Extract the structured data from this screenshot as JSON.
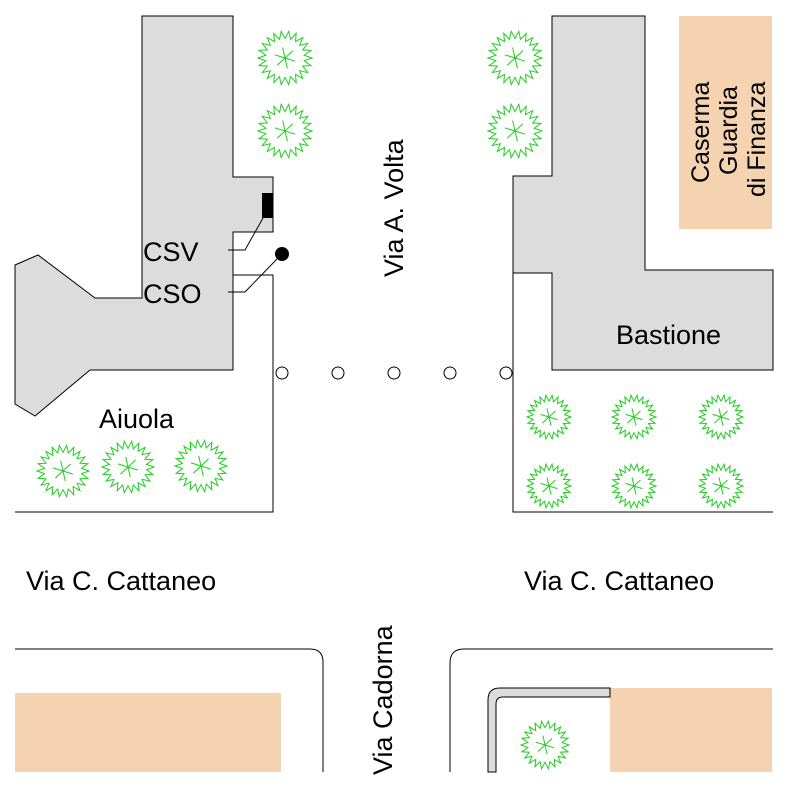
{
  "streets": {
    "via_a_volta": "Via A. Volta",
    "via_cattaneo_left": "Via C. Cattaneo",
    "via_cattaneo_right": "Via C. Cattaneo",
    "via_cadorna": "Via Cadorna"
  },
  "areas": {
    "aiuola": "Aiuola",
    "bastione": "Bastione",
    "caserma_line1": "Caserma",
    "caserma_line2": "Guardia",
    "caserma_line3": "di Finanza"
  },
  "markers": {
    "csv": "CSV",
    "cso": "CSO"
  },
  "colors": {
    "sidewalk": "#dcdcdc",
    "building": "#f6d3b0",
    "tree": "#22cc22",
    "outline": "#000000"
  }
}
